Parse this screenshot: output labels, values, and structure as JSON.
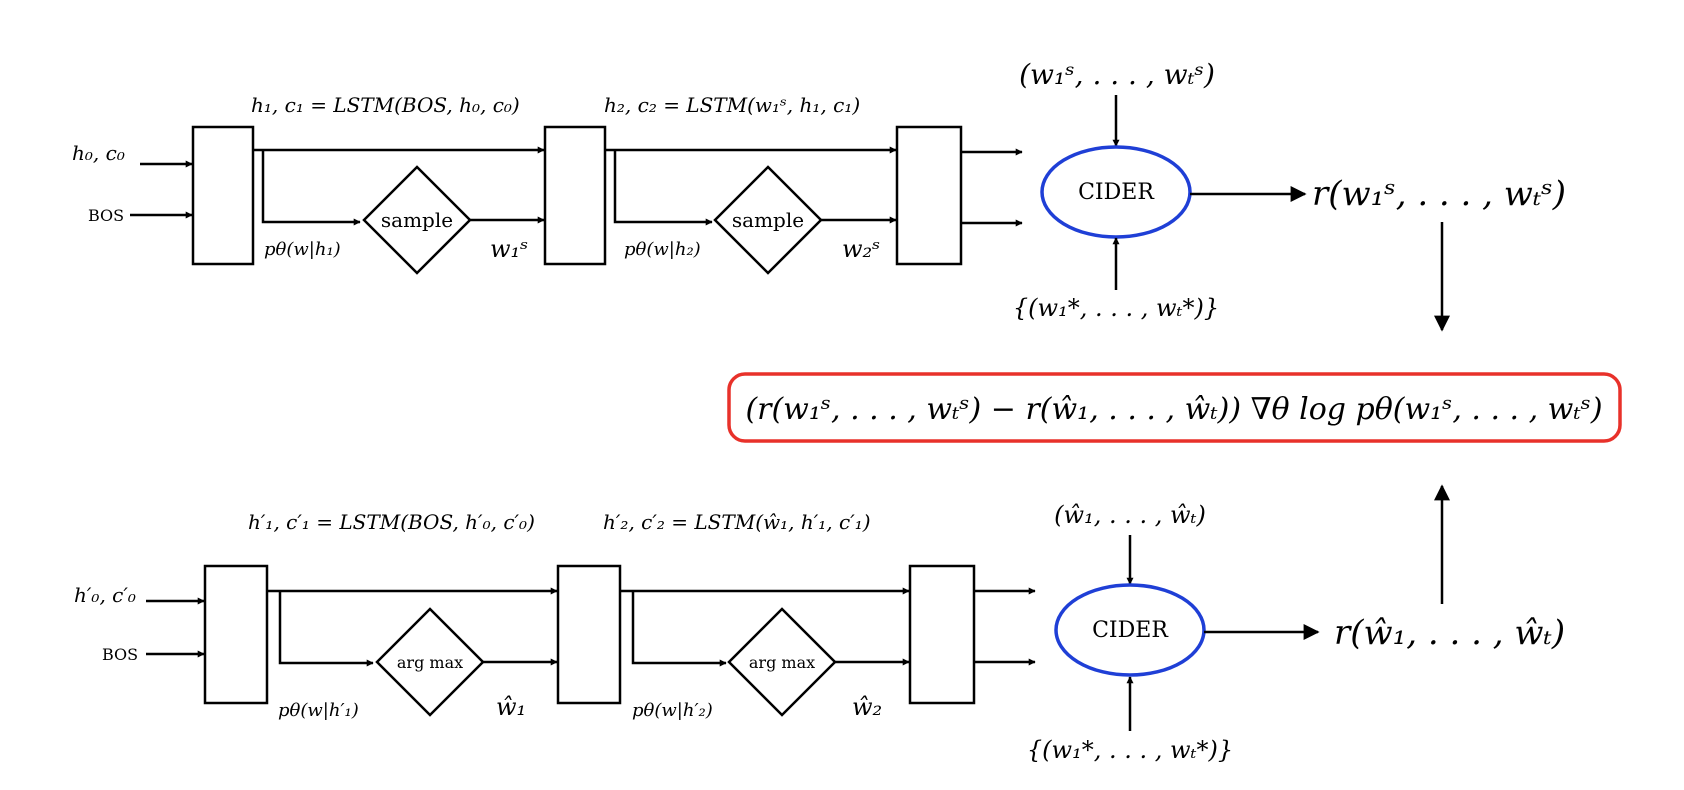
{
  "colors": {
    "ellipse_stroke": "#1f3fd6",
    "objective_stroke": "#e8312a",
    "ink": "#000000"
  },
  "top": {
    "init_state": "h₀, c₀",
    "bos": "BOS",
    "step1_eq": "h₁, c₁ = LSTM(BOS, h₀, c₀)",
    "step2_eq": "h₂, c₂ = LSTM(w₁ˢ, h₁, c₁)",
    "prob1": "pθ(w|h₁)",
    "prob2": "pθ(w|h₂)",
    "op1": "sample",
    "op2": "sample",
    "out1": "w₁ˢ",
    "out2": "w₂ˢ",
    "candidate": "(w₁ˢ, . . . , wₜˢ)",
    "metric": "CIDER",
    "references": "{(w₁*, . . . , wₜ*)}",
    "reward": "r(w₁ˢ, . . . , wₜˢ)"
  },
  "objective": "(r(w₁ˢ, . . . , wₜˢ) − r(ŵ₁, . . . , ŵₜ)) ∇θ log pθ(w₁ˢ, . . . , wₜˢ)",
  "bottom": {
    "init_state": "h′₀, c′₀",
    "bos": "BOS",
    "step1_eq": "h′₁, c′₁ = LSTM(BOS, h′₀, c′₀)",
    "step2_eq": "h′₂, c′₂ = LSTM(ŵ₁, h′₁, c′₁)",
    "prob1": "pθ(w|h′₁)",
    "prob2": "pθ(w|h′₂)",
    "op1": "arg max",
    "op2": "arg max",
    "out1": "ŵ₁",
    "out2": "ŵ₂",
    "candidate": "(ŵ₁, . . . , ŵₜ)",
    "metric": "CIDER",
    "references": "{(w₁*, . . . , wₜ*)}",
    "reward": "r(ŵ₁, . . . , ŵₜ)"
  }
}
